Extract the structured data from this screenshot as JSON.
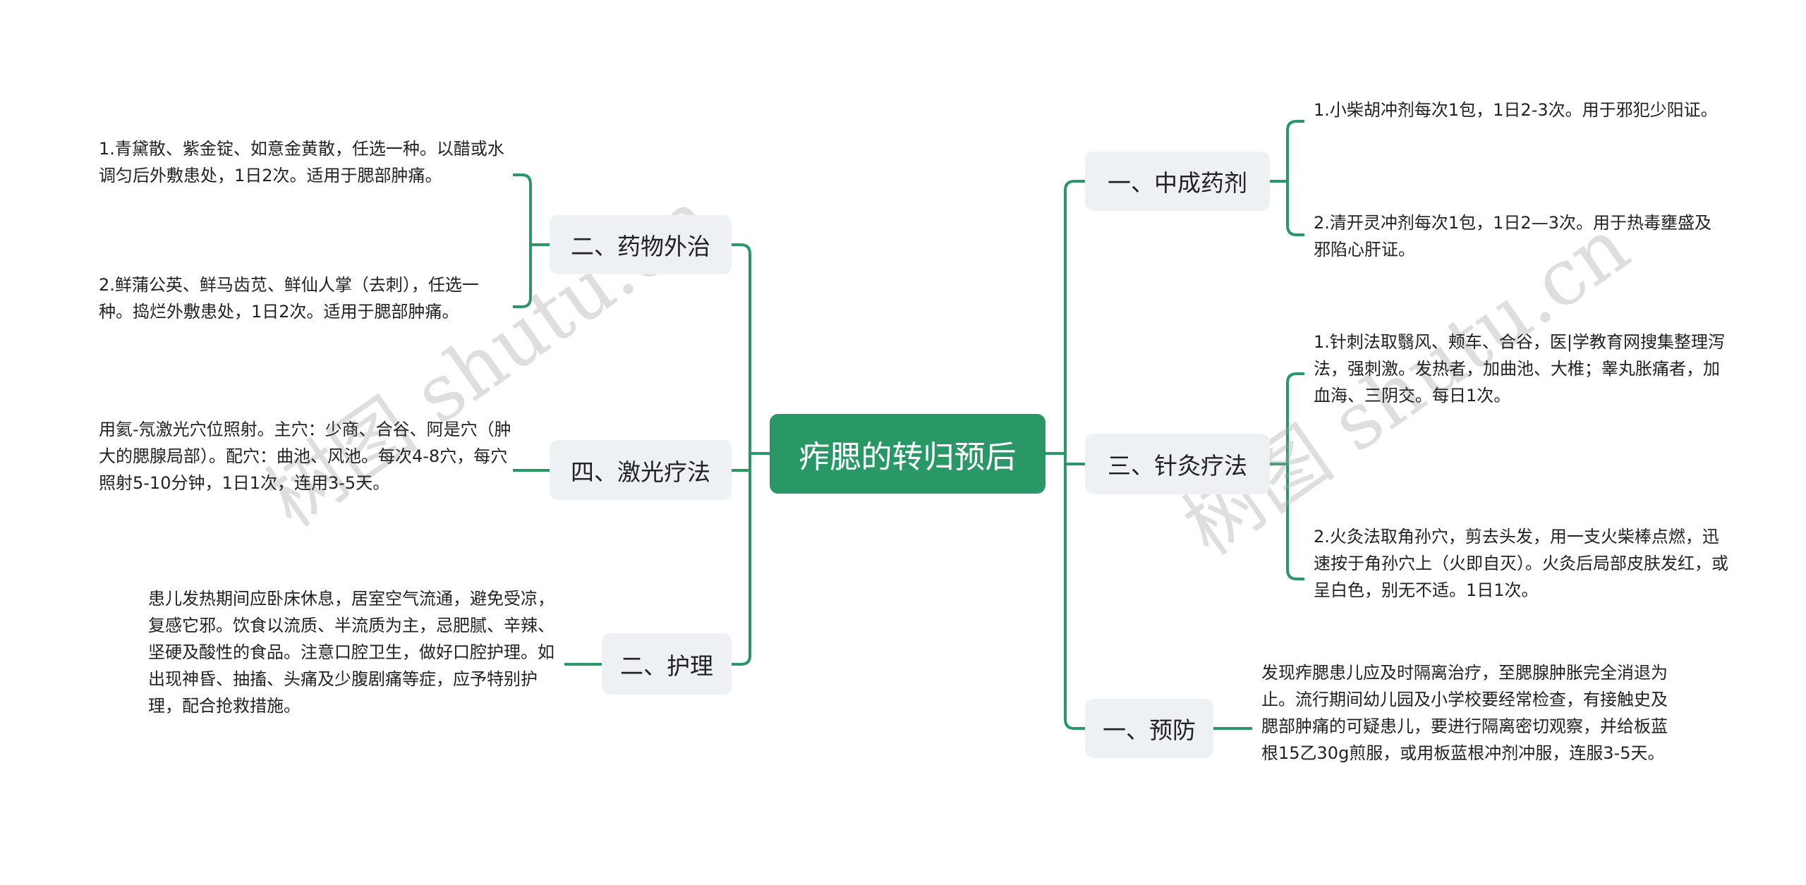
{
  "root": {
    "title": "痄腮的转归预后"
  },
  "colors": {
    "accent": "#2a9866",
    "node_bg": "#eef1f4"
  },
  "left": [
    {
      "label": "二、药物外治",
      "leaves": [
        "1.青黛散、紫金锭、如意金黄散，任选一种。以醋或水调匀后外敷患处，1日2次。适用于腮部肿痛。",
        "2.鲜蒲公英、鲜马齿苋、鲜仙人掌（去刺），任选一种。捣烂外敷患处，1日2次。适用于腮部肿痛。"
      ]
    },
    {
      "label": "四、激光疗法",
      "leaves": [
        "用氦-氖激光穴位照射。主穴：少商、合谷、阿是穴（肿大的腮腺局部）。配穴：曲池、风池。每次4-8穴，每穴照射5-10分钟，1日1次，连用3-5天。"
      ]
    },
    {
      "label": "二、护理",
      "leaves": [
        "患儿发热期间应卧床休息，居室空气流通，避免受凉，复感它邪。饮食以流质、半流质为主，忌肥腻、辛辣、坚硬及酸性的食品。注意口腔卫生，做好口腔护理。如出现神昏、抽搐、头痛及少腹剧痛等症，应予特别护理，配合抢救措施。"
      ]
    }
  ],
  "right": [
    {
      "label": "一、中成药剂",
      "leaves": [
        "1.小柴胡冲剂每次1包，1日2-3次。用于邪犯少阳证。",
        "2.清开灵冲剂每次1包，1日2—3次。用于热毒壅盛及邪陷心肝证。"
      ]
    },
    {
      "label": "三、针灸疗法",
      "leaves": [
        "1.针刺法取翳风、颊车、合谷，医|学教育网搜集整理泻法，强刺激。发热者，加曲池、大椎；睾丸胀痛者，加血海、三阴交。每日1次。",
        "2.火灸法取角孙穴，剪去头发，用一支火柴棒点燃，迅速按于角孙穴上（火即自灭）。火灸后局部皮肤发红，或呈白色，别无不适。1日1次。"
      ]
    },
    {
      "label": "一、预防",
      "leaves": [
        "发现痄腮患儿应及时隔离治疗，至腮腺肿胀完全消退为止。流行期间幼儿园及小学校要经常检查，有接触史及腮部肿痛的可疑患儿，要进行隔离密切观察，并给板蓝根15乙30g煎服，或用板蓝根冲剂冲服，连服3-5天。"
      ]
    }
  ],
  "watermark": "树图 shutu.cn"
}
